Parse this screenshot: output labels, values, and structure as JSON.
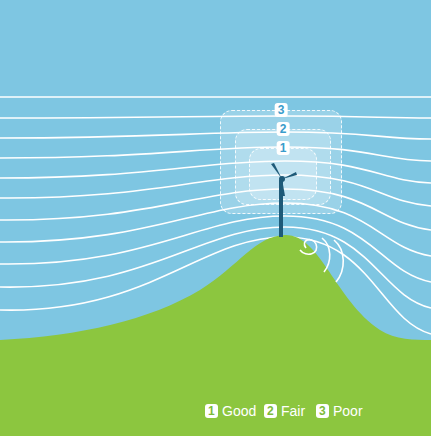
{
  "diagram": {
    "nodes": [
      {
        "text": [
          "3"
        ]
      },
      {
        "text": [
          "2"
        ],
        "in": 0
      },
      {
        "text": [
          "1"
        ],
        "in": 1
      }
    ],
    "labels": [
      "1",
      "2",
      "3"
    ],
    "legend": [
      {
        "text": "Good"
      },
      {
        "text": "Fair"
      },
      {
        "text": "Poor"
      }
    ]
  }
}
